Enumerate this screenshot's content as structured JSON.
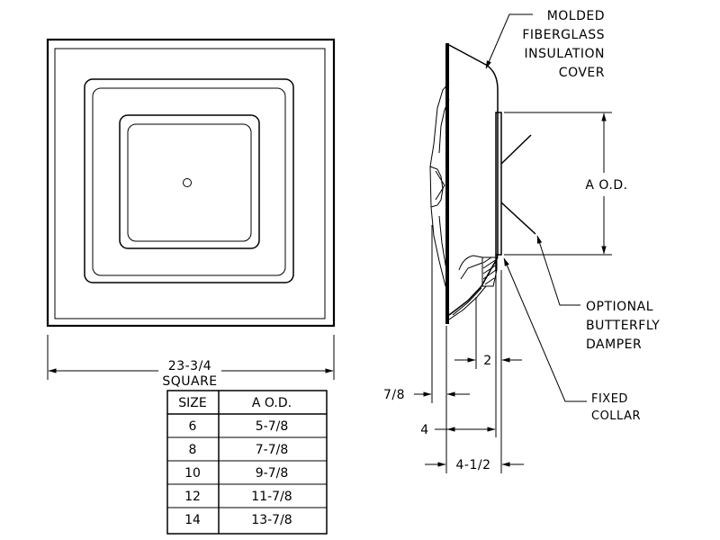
{
  "front_view": {
    "width_label": "23-3/4",
    "width_label_2": "SQUARE"
  },
  "size_table": {
    "headers": [
      "SIZE",
      "A O.D."
    ],
    "rows": [
      [
        "6",
        "5-7/8"
      ],
      [
        "8",
        "7-7/8"
      ],
      [
        "10",
        "9-7/8"
      ],
      [
        "12",
        "11-7/8"
      ],
      [
        "14",
        "13-7/8"
      ]
    ]
  },
  "side_view": {
    "callout_cover": [
      "MOLDED",
      "FIBERGLASS",
      "INSULATION",
      "COVER"
    ],
    "callout_damper": [
      "OPTIONAL",
      "BUTTERFLY",
      "DAMPER"
    ],
    "callout_collar": [
      "FIXED",
      "COLLAR"
    ],
    "dim_od": "A O.D.",
    "dim_2": "2",
    "dim_7_8": "7/8",
    "dim_4": "4",
    "dim_4_1_2": "4-1/2"
  }
}
